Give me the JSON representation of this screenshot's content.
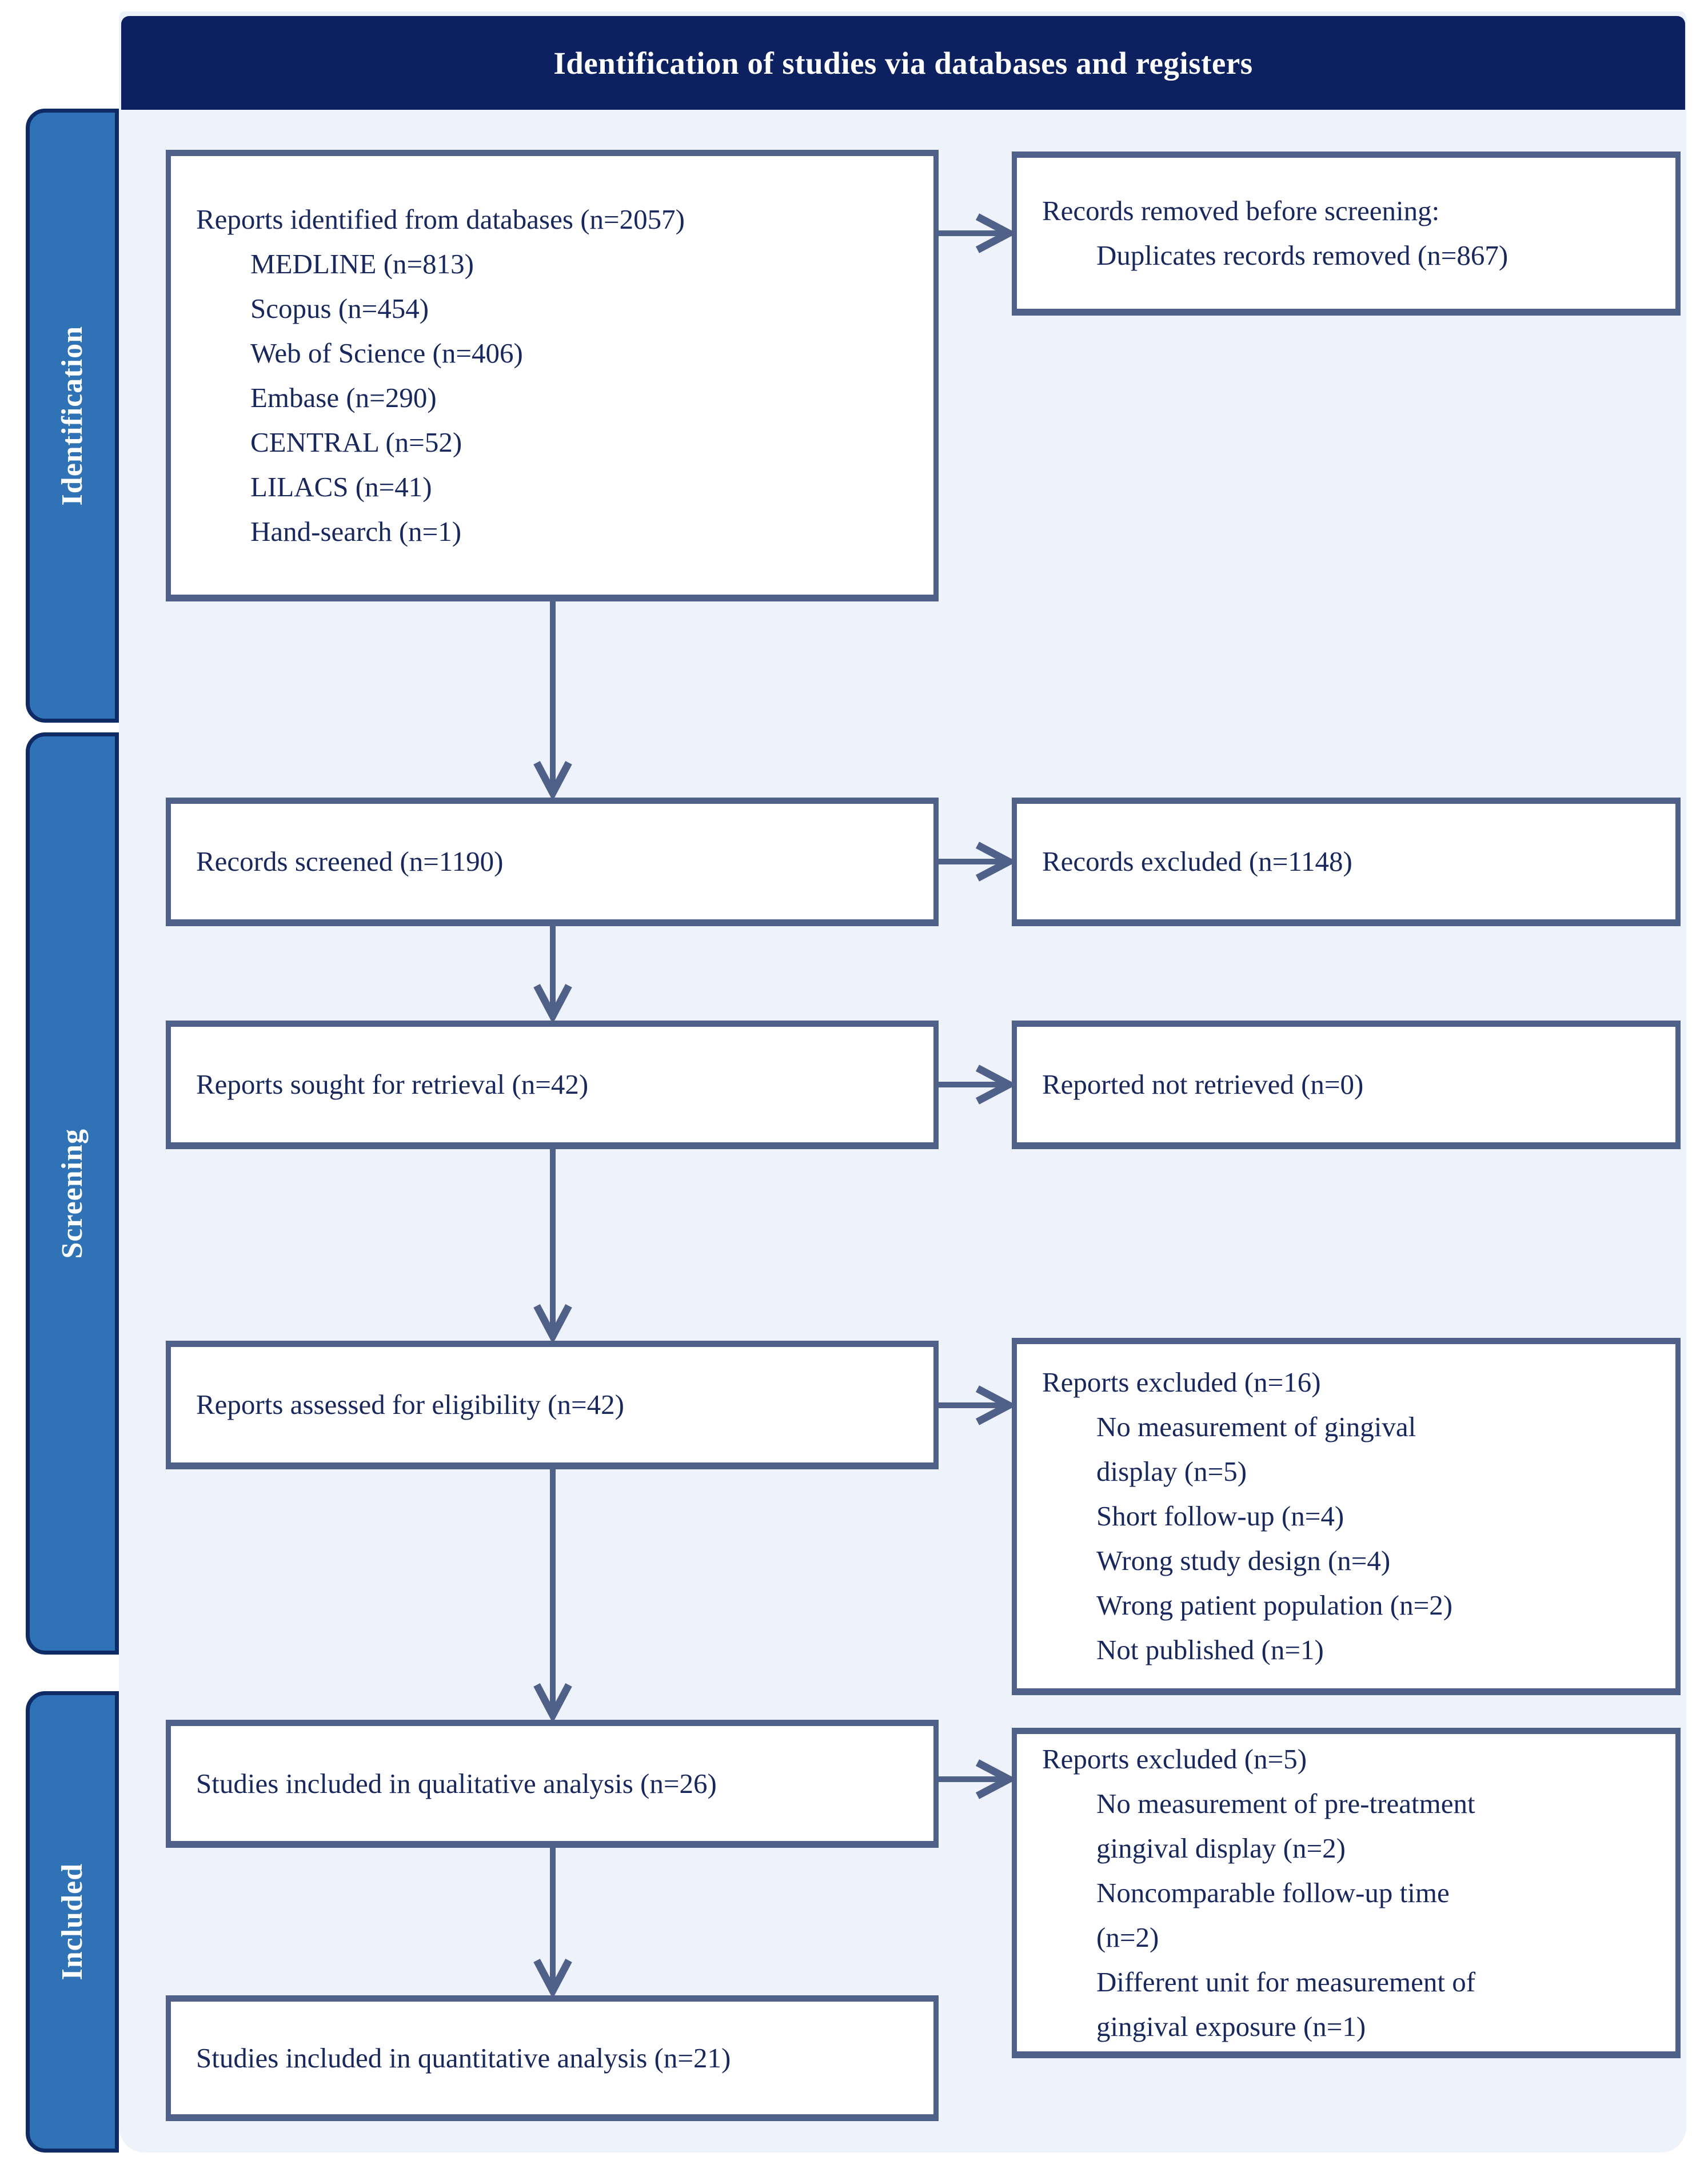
{
  "header": {
    "title": "Identification of studies via databases and registers"
  },
  "sidebar": {
    "identification": "Identification",
    "screening": "Screening",
    "included": "Included"
  },
  "boxes": {
    "identified": {
      "title": "Reports identified from databases (n=2057)",
      "items": [
        "MEDLINE (n=813)",
        "Scopus (n=454)",
        "Web of Science (n=406)",
        "Embase (n=290)",
        "CENTRAL (n=52)",
        "LILACS (n=41)",
        "Hand-search (n=1)"
      ]
    },
    "removed_before_screening": {
      "title": "Records removed before screening:",
      "items": [
        "Duplicates records removed (n=867)"
      ]
    },
    "screened": {
      "title": "Records screened (n=1190)"
    },
    "records_excluded": {
      "title": "Records excluded (n=1148)"
    },
    "sought": {
      "title": "Reports sought for retrieval (n=42)"
    },
    "not_retrieved": {
      "title": "Reported not retrieved (n=0)"
    },
    "assessed": {
      "title": "Reports assessed for eligibility (n=42)"
    },
    "reports_excluded_16": {
      "title": "Reports excluded (n=16)",
      "items": [
        [
          "No measurement of gingival",
          "display (n=5)"
        ],
        [
          "Short follow-up (n=4)"
        ],
        [
          "Wrong study design (n=4)"
        ],
        [
          "Wrong patient population (n=2)"
        ],
        [
          "Not published (n=1)"
        ]
      ]
    },
    "qualitative": {
      "title": "Studies included in qualitative analysis (n=26)"
    },
    "reports_excluded_5": {
      "title": "Reports excluded (n=5)",
      "items": [
        [
          "No measurement of pre-treatment",
          "gingival display (n=2)"
        ],
        [
          "Noncomparable follow-up time",
          "(n=2)"
        ],
        [
          "Different unit for measurement of",
          "gingival exposure (n=1)"
        ]
      ]
    },
    "quantitative": {
      "title": "Studies included in quantitative analysis (n=21)"
    }
  },
  "colors": {
    "header_bg": "#0D2161",
    "sidebar_bg": "#2F73B6",
    "sidebar_border": "#0E2B66",
    "panel_bg": "#EDF2FB",
    "box_bg": "#FFFFFF",
    "box_border": "#4F6189",
    "arrow": "#4F6189",
    "text": "#19285C",
    "header_text": "#FFFFFF"
  }
}
